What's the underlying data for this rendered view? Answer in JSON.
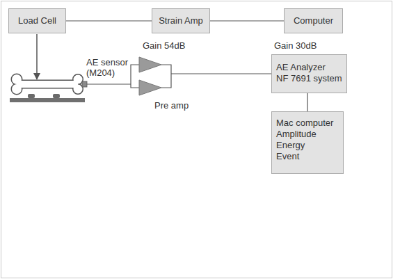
{
  "diagram": {
    "nodes": [
      {
        "text": [
          "Load Cell"
        ]
      },
      {
        "text": [
          "Strain Amp"
        ]
      },
      {
        "text": [
          "Computer"
        ]
      },
      {
        "text": [
          "AE Analyzer",
          "NF 7691 system"
        ]
      },
      {
        "text": [
          "Mac computer",
          "Amplitude Energy Event"
        ]
      }
    ],
    "edges": [
      {
        "from": 0,
        "to": 1,
        "arrow": "none"
      },
      {
        "from": 1,
        "to": 2,
        "arrow": "none"
      },
      {
        "from": 3,
        "to": 4,
        "arrow": "none"
      }
    ],
    "labels": [
      "AE sensor (M204)",
      "Gain 54dB",
      "Pre amp",
      "Gain 30dB"
    ]
  }
}
